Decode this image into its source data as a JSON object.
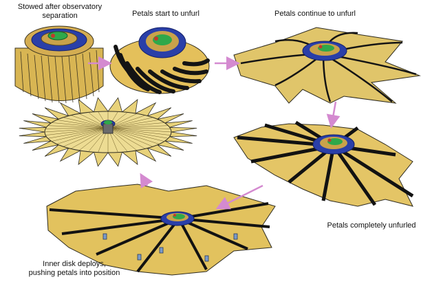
{
  "captions": {
    "stowed": "Stowed after observatory\nseparation",
    "start": "Petals start to unfurl",
    "continue": "Petals continue to unfurl",
    "complete": "Petals completely unfurled",
    "inner": "Inner disk deploys,\npushing petals into position"
  },
  "colors": {
    "petal_gold": "#e8c65f",
    "petal_dark": "#121212",
    "petal_line": "#6b5a23",
    "hub_blue": "#2a3fa8",
    "hub_green": "#2fa84a",
    "hub_gold": "#c9a24a",
    "arrow": "#d48ad0"
  }
}
